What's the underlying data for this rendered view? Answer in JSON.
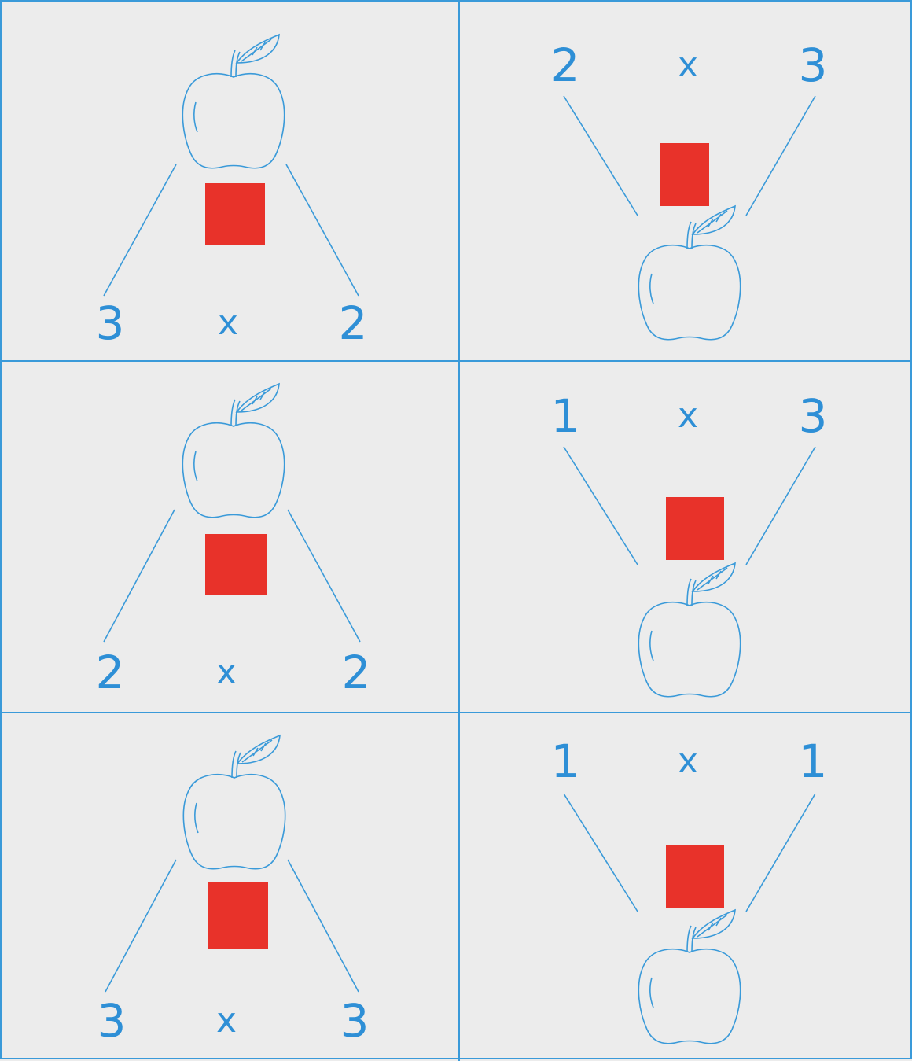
{
  "colors": {
    "line": "#3a9ad9",
    "digits": "#2e8fd6",
    "square": "#e8322a",
    "background": "#ececec"
  },
  "icons": [
    "apple-icon",
    "red-square"
  ],
  "cells": [
    {
      "left": "3",
      "op": "x",
      "right": "2",
      "orientation": "apple-top"
    },
    {
      "left": "2",
      "op": "x",
      "right": "3",
      "orientation": "apple-bottom"
    },
    {
      "left": "2",
      "op": "x",
      "right": "2",
      "orientation": "apple-top"
    },
    {
      "left": "1",
      "op": "x",
      "right": "3",
      "orientation": "apple-bottom"
    },
    {
      "left": "3",
      "op": "x",
      "right": "3",
      "orientation": "apple-top"
    },
    {
      "left": "1",
      "op": "x",
      "right": "1",
      "orientation": "apple-bottom"
    }
  ]
}
